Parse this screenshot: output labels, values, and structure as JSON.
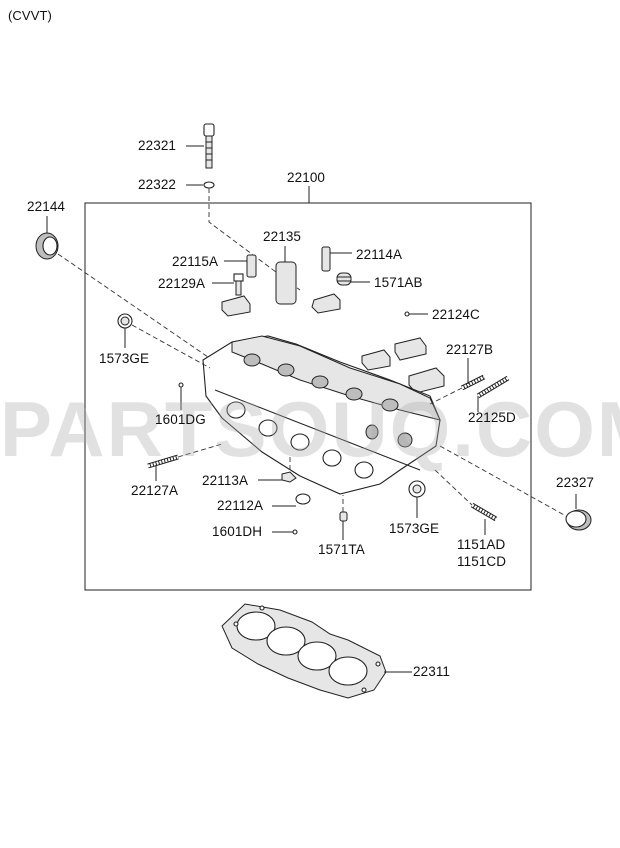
{
  "header": "(CVVT)",
  "watermark": "PARTSOUQ.COM",
  "parts": {
    "p22321": "22321",
    "p22322": "22322",
    "p22100": "22100",
    "p22144": "22144",
    "p22135": "22135",
    "p22115A": "22115A",
    "p22114A": "22114A",
    "p22129A": "22129A",
    "p1571AB": "1571AB",
    "p22124C": "22124C",
    "p1573GE_left": "1573GE",
    "p22127B": "22127B",
    "p1601DG": "1601DG",
    "p22125D": "22125D",
    "p22113A": "22113A",
    "p22127A": "22127A",
    "p22327": "22327",
    "p22112A": "22112A",
    "p1573GE_right": "1573GE",
    "p1601DH": "1601DH",
    "p1571TA": "1571TA",
    "p1151AD": "1151AD",
    "p1151CD": "1151CD",
    "p22311": "22311"
  }
}
